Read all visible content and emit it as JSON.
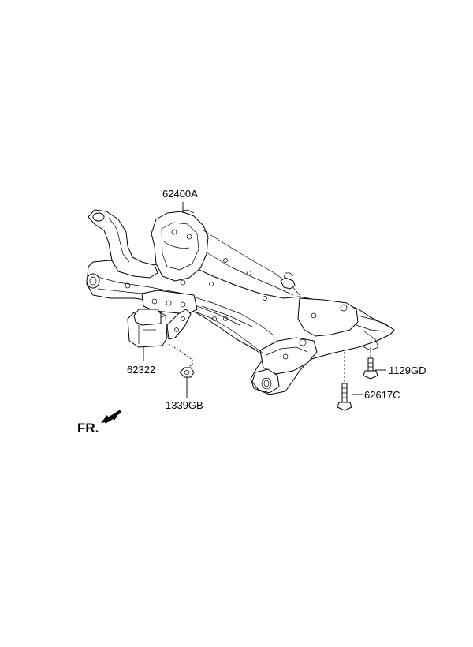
{
  "diagram": {
    "labels": {
      "subframe": "62400A",
      "mount": "62322",
      "nut": "1339GB",
      "bolt_long": "62617C",
      "bolt_short": "1129GD",
      "direction": "FR."
    },
    "icons": {
      "direction": "arrow-down-left-icon"
    }
  }
}
